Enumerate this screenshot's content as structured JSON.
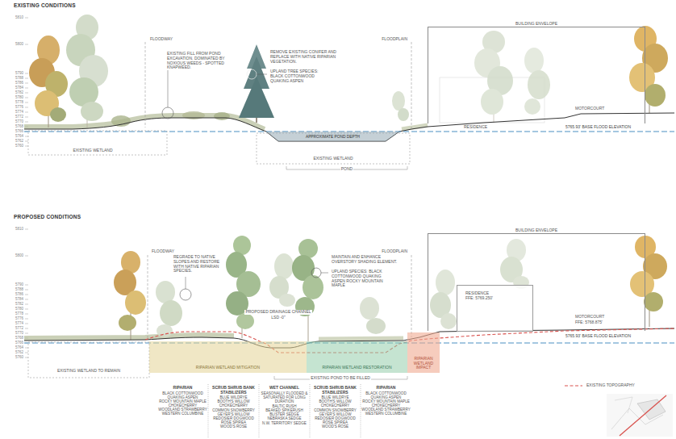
{
  "diagram": {
    "nodes": [
      {
        "text": [
          "APPROXIMATE POND DEPTH"
        ]
      },
      {
        "text": [
          "BUILDING ENVELOPE"
        ]
      },
      {
        "text": [
          "BUILDING ENVELOPE"
        ]
      },
      {
        "text": [
          "RESIDENCE",
          "FFE: 5769.250'"
        ],
        "in": 2
      },
      {
        "text": [
          "RIPARIAN WETLAND MITIGATION"
        ]
      },
      {
        "text": [
          "RIPARIAN WETLAND RESTORATION"
        ]
      },
      {
        "text": [
          "RIPARIAN WETLAND IMPACT"
        ]
      },
      {
        "text": [
          "RIPARIAN",
          "BLACK COTTONWOOD",
          "QUAKING ASPEN",
          "ROCKY MOUNTAIN MAPLE",
          "CHOKECHERRY",
          "WOODLAND STRAWBERRY",
          "WESTERN COLUMBINE"
        ]
      },
      {
        "text": [
          "SCRUB SHRUB BANK STABILIZERS",
          "BLUE WILDRYE",
          "BOOTH'S WILLOW",
          "CHOKECHERRY",
          "COMMON SNOWBERRY",
          "GEYER'S WILLOW",
          "REDOSIER DOGWOOD",
          "ROSE SPIREA",
          "WOOD'S ROSE"
        ]
      },
      {
        "text": [
          "WET CHANNEL",
          "SEASONALLY FLOODED & SATURATED FOR LONG DURATION",
          "BALTIC RUSH",
          "BEAKED SPIKERUSH",
          "BLISTER SEDGE",
          "NEBRASKA SEDGE",
          "N.W. TERRITORY SEDGE"
        ]
      },
      {
        "text": [
          "SCRUB SHRUB BANK STABILIZERS",
          "BLUE WILDRYE",
          "BOOTH'S WILLOW",
          "CHOKECHERRY",
          "COMMON SNOWBERRY",
          "GEYER'S WILLOW",
          "REDOSIER DOGWOOD",
          "ROSE SPIREA",
          "WOOD'S ROSE"
        ]
      },
      {
        "text": [
          "RIPARIAN",
          "BLACK COTTONWOOD",
          "QUAKING ASPEN",
          "ROCKY MOUNTAIN MAPLE",
          "CHOKECHERRY",
          "WOODLAND STRAWBERRY",
          "WESTERN COLUMBINE"
        ]
      }
    ],
    "labels": [
      "EXISTING CONDITIONS",
      "5810",
      "5800",
      "5790",
      "5788",
      "5786",
      "5784",
      "5782",
      "5780",
      "5778",
      "5776",
      "5774",
      "5772",
      "5770",
      "5768",
      "5766",
      "5764",
      "5762",
      "5760",
      "FLOODWAY",
      "EXISTING FILL FROM POND EXCAVATION, DOMINATED BY NOXIOUS WEEDS - SPOTTED KNAPWEED.",
      "REMOVE EXISTING CONIFER AND REPLACE WITH NATIVE RIPARIAN VEGETATION.",
      "UPLAND TREE SPECIES: BLACK COTTONWOOD QUAKING ASPEN",
      "FLOODPLAIN",
      "RESIDENCE",
      "MOTORCOURT",
      "5765.93' BASE FLOOD ELEVATION",
      "EXISTING WETLAND",
      "EXISTING WETLAND",
      "POND",
      "PROPOSED CONDITIONS",
      "5810",
      "5800",
      "5790",
      "5788",
      "5786",
      "5784",
      "5782",
      "5780",
      "5778",
      "5776",
      "5774",
      "5772",
      "5770",
      "5768",
      "5766",
      "5764",
      "5762",
      "5760",
      "FLOODWAY",
      "REGRADE TO NATIVE SLOPES AND RESTORE WITH NATIVE RIPARIAN SPECIES.",
      "PROPOSED DRAINAGE CHANNEL",
      "LSD -0\"",
      "MAINTAIN AND ENHANCE OVERSTORY SHADING ELEMENT.",
      "UPLAND SPECIES: BLACK COTTONWOOD QUAKING ASPEN ROCKY MOUNTAIN MAPLE",
      "FLOODPLAIN",
      "MOTORCOURT",
      "FFE: 5768.875'",
      "5765.93' BASE FLOOD ELEVATION",
      "EXISTING WETLAND TO REMAIN",
      "EXISTING POND TO BE FILLED"
    ],
    "legend": [
      {
        "text": "EXISTING TOPOGRAPHY"
      }
    ]
  }
}
